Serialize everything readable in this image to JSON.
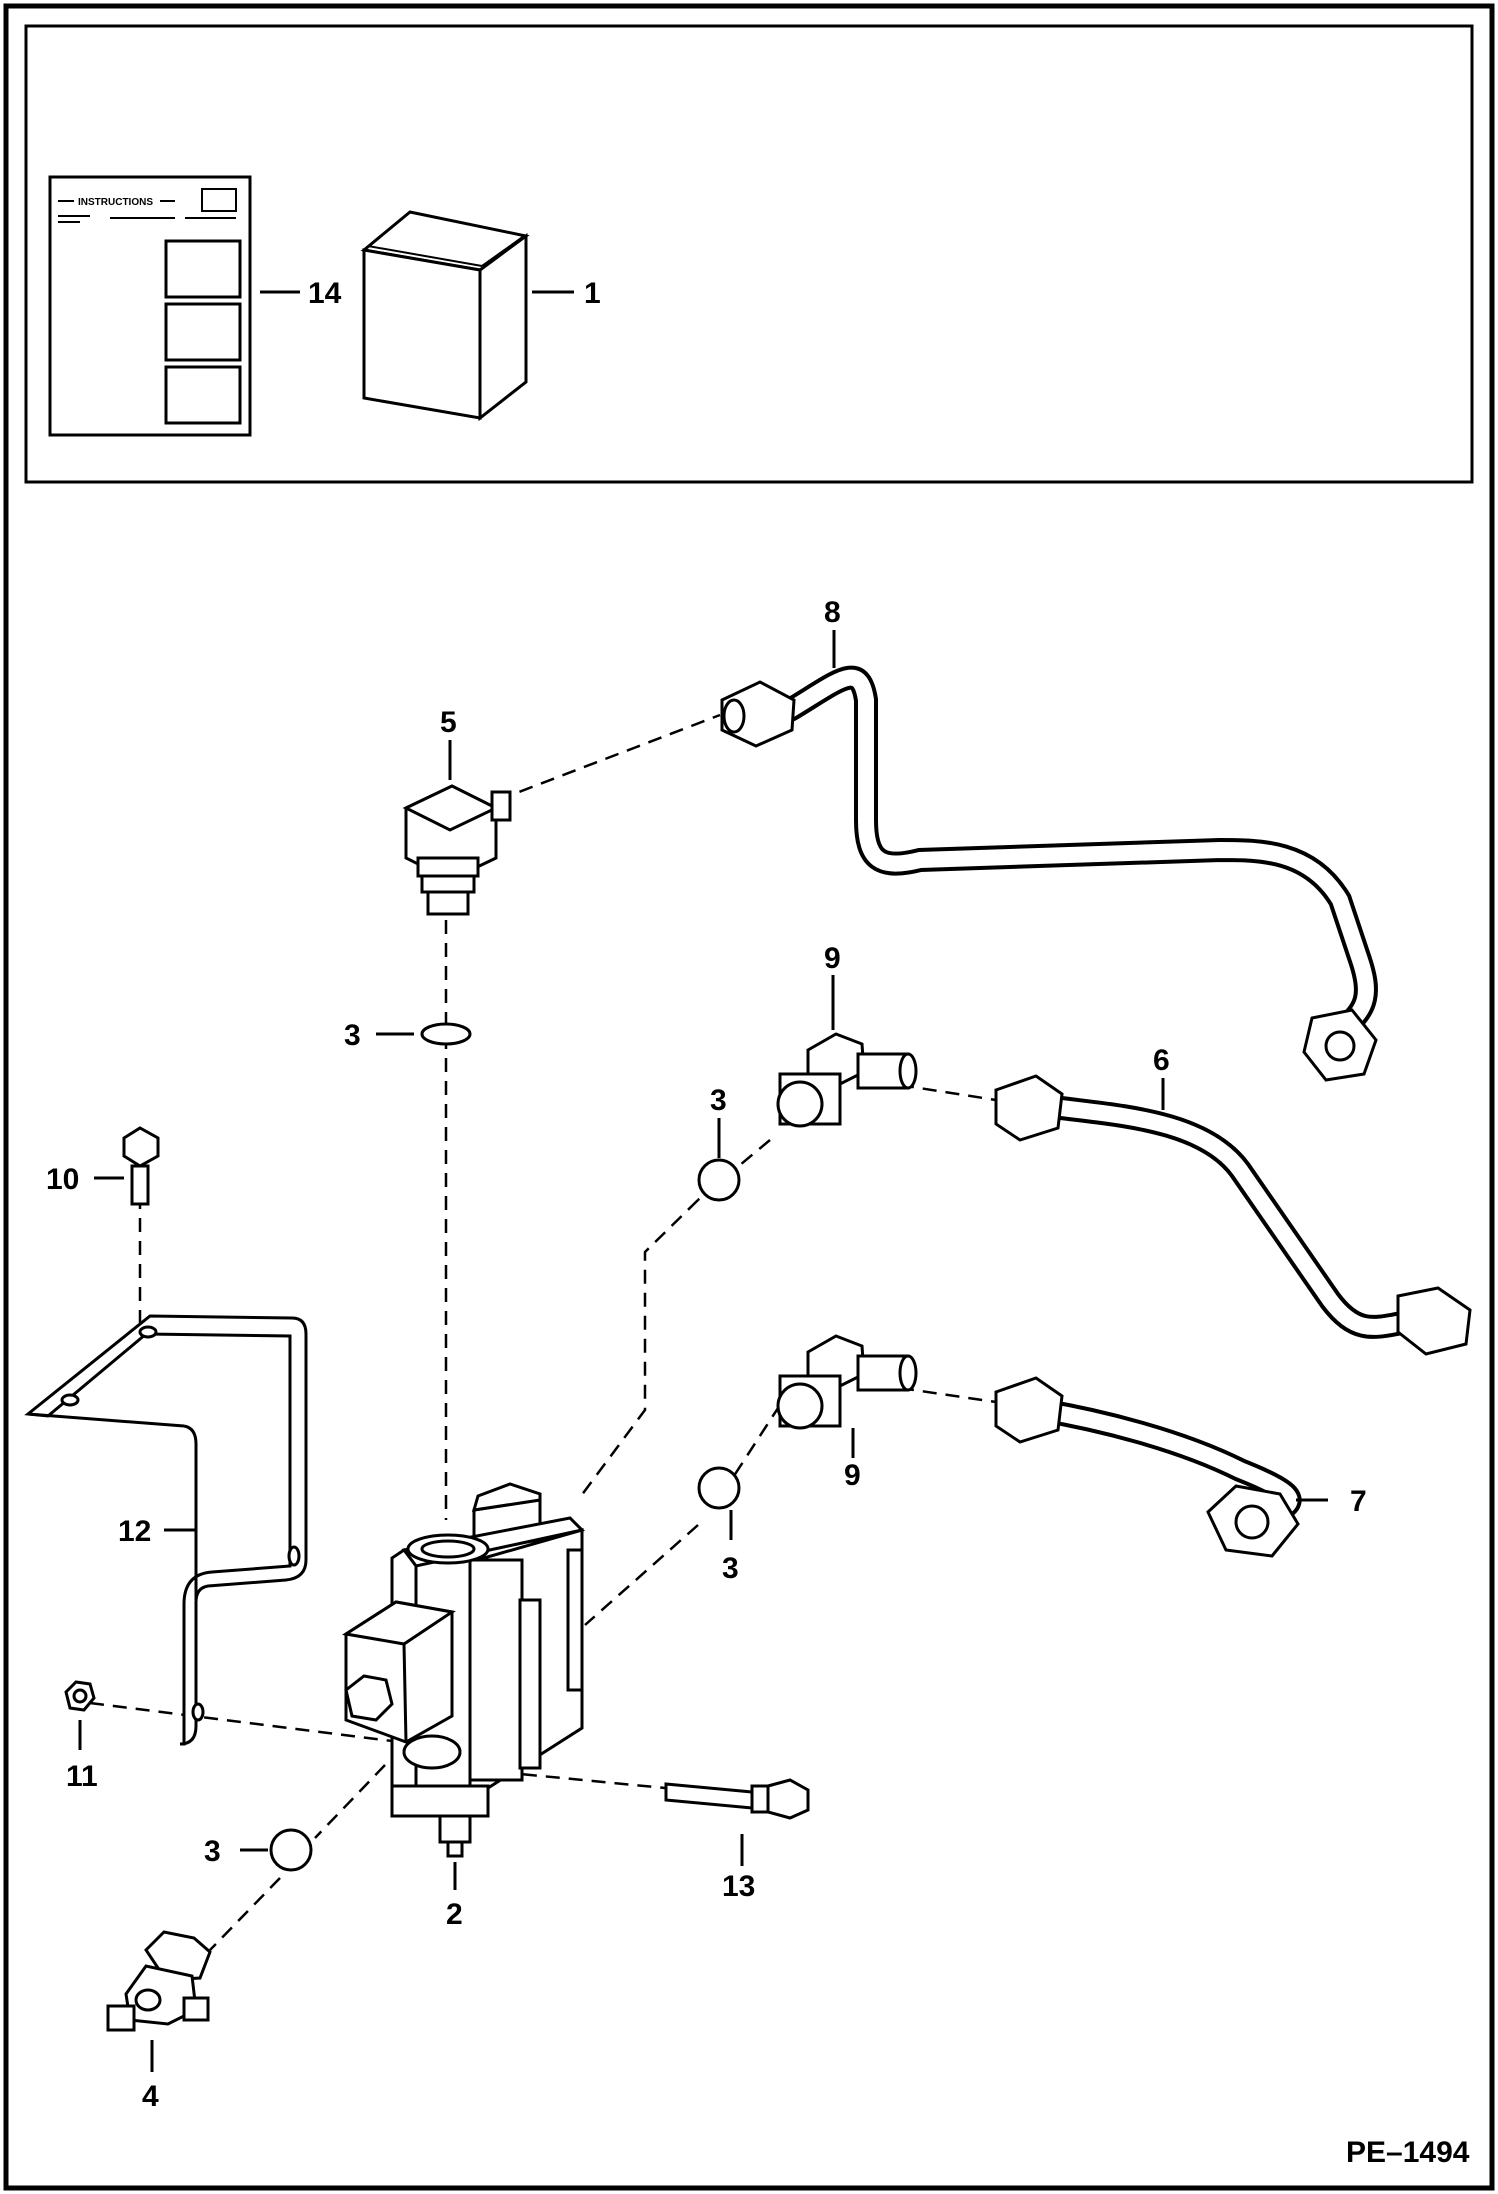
{
  "diagram": {
    "sheet_code": "PE–1494",
    "instructions_heading": "INSTRUCTIONS",
    "callouts": {
      "c1": "1",
      "c2": "2",
      "c3a": "3",
      "c3b": "3",
      "c3c": "3",
      "c3d": "3",
      "c4": "4",
      "c5": "5",
      "c6": "6",
      "c7": "7",
      "c8": "8",
      "c9a": "9",
      "c9b": "9",
      "c10": "10",
      "c11": "11",
      "c12": "12",
      "c13": "13",
      "c14": "14"
    }
  }
}
